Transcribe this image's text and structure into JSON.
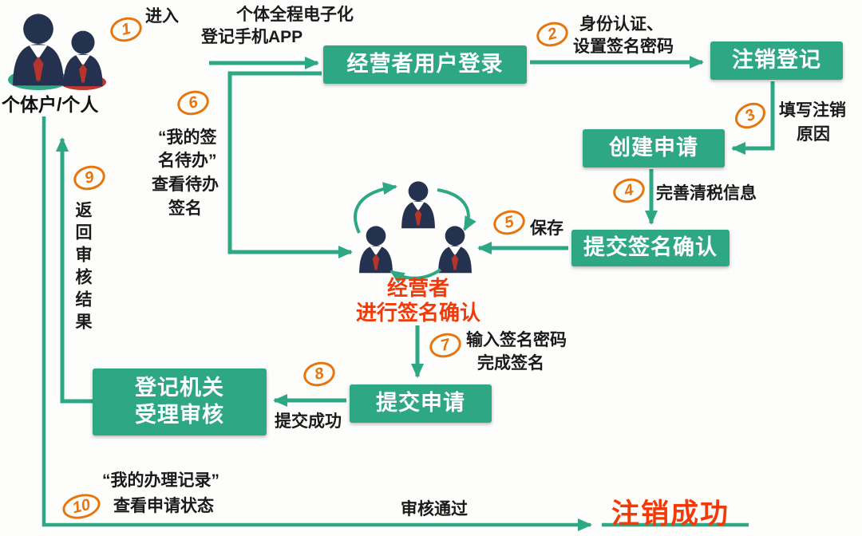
{
  "palette": {
    "green": "#2EA784",
    "orange": "#E8740C",
    "red": "#F23908",
    "ink": "#1A1A1A",
    "suit_navy": "#24324F",
    "tie_red": "#B5342C",
    "base_teal": "#2EA784",
    "base_crimson": "#C4372F"
  },
  "applicant": {
    "label": "个体户/个人"
  },
  "signers": {
    "line1": "经营者",
    "line2": "进行签名确认"
  },
  "boxes": {
    "login": "经营者用户登录",
    "deregister": "注销登记",
    "create": "创建申请",
    "submit_sign": "提交签名确认",
    "submit_app": "提交申请",
    "authority1": "登记机关",
    "authority2": "受理审核"
  },
  "app_note_lines": [
    "个体全程电子化",
    "登记手机APP"
  ],
  "steps": [
    {
      "num": "1",
      "lines": [
        "进入"
      ]
    },
    {
      "num": "2",
      "lines": [
        "身份认证、",
        "设置签名密码"
      ]
    },
    {
      "num": "3",
      "lines": [
        "填写注销",
        "原因"
      ]
    },
    {
      "num": "4",
      "lines": [
        "完善清税信息"
      ]
    },
    {
      "num": "5",
      "lines": [
        "保存"
      ]
    },
    {
      "num": "6",
      "lines": [
        "“我的签",
        "名待办”",
        "查看待办",
        "签名"
      ]
    },
    {
      "num": "7",
      "lines": [
        "输入签名密码",
        "完成签名"
      ]
    },
    {
      "num": "8",
      "lines": [
        "提交成功"
      ]
    },
    {
      "num": "9",
      "lines": [
        "返回审核结果"
      ]
    },
    {
      "num": "10",
      "lines": [
        "“我的办理记录”",
        "查看申请状态"
      ]
    }
  ],
  "footer": {
    "approved": "审核通过",
    "success": "注销成功"
  }
}
